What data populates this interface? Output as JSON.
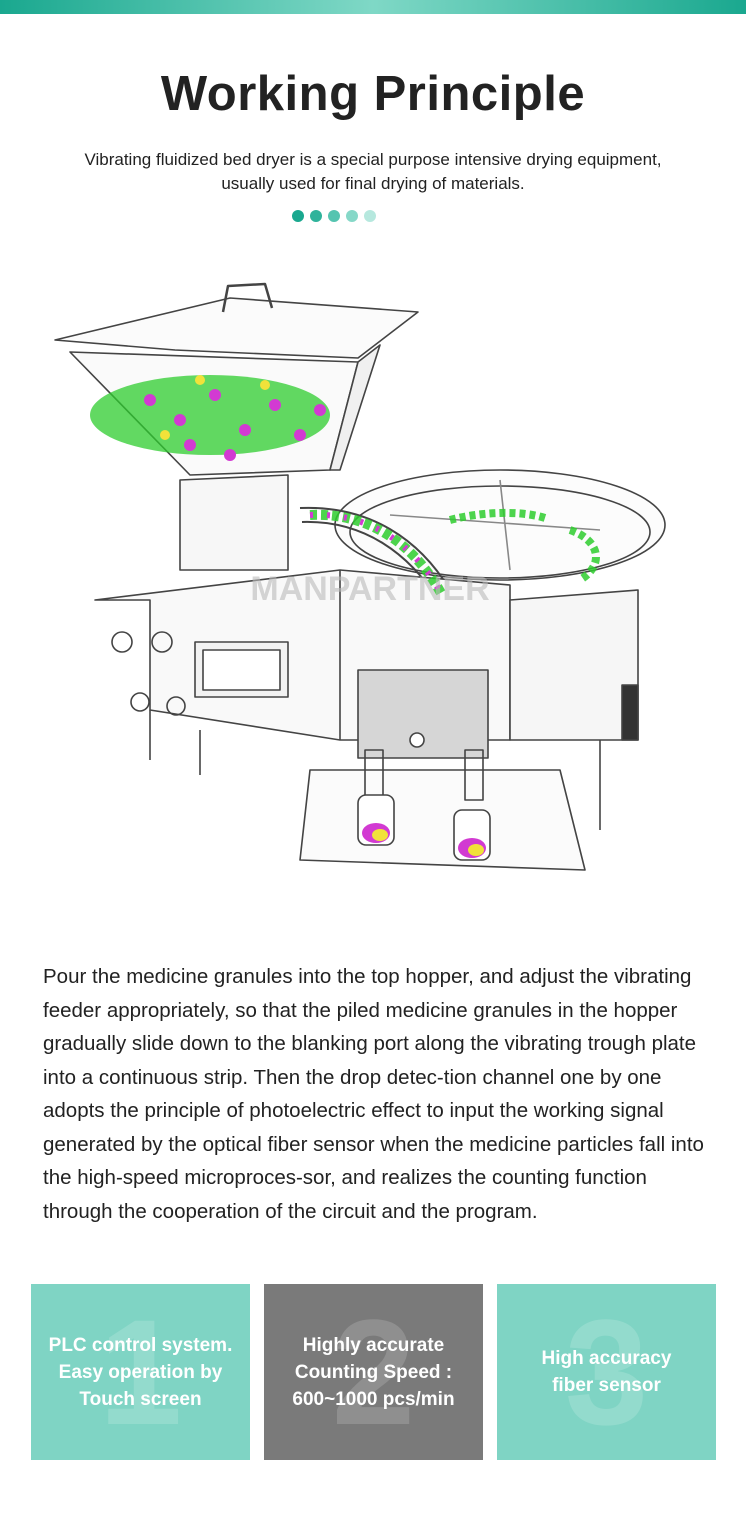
{
  "header": {
    "title": "Working Principle",
    "subtitle_line1": "Vibrating fluidized bed dryer is a special purpose intensive drying equipment,",
    "subtitle_line2": "usually used for final drying of materials.",
    "dot_colors": [
      "#1aa88f",
      "#2fb39b",
      "#55c4b0",
      "#86d8c8",
      "#b6e8de"
    ]
  },
  "illustration": {
    "watermark": "MANPARTNER"
  },
  "description": "Pour the medicine granules into the top hopper, and adjust the vibrating feeder appropriately, so that the piled medicine granules in the hopper gradually slide down to the blanking port along the vibrating trough plate into a continuous strip. Then the drop detec-tion channel one by one adopts the principle of photoelectric effect to input the working signal generated by the optical fiber sensor when the medicine particles fall into the high-speed microproces-sor, and realizes the counting function through the cooperation of the circuit and the program.",
  "features": [
    {
      "number": "1",
      "text": "PLC control system.\nEasy operation by\nTouch screen",
      "bg": "#7fd4c4"
    },
    {
      "number": "2",
      "text": "Highly accurate\nCounting Speed :\n600~1000 pcs/min",
      "bg": "#7a7a7a"
    },
    {
      "number": "3",
      "text": "High accuracy\nfiber sensor",
      "bg": "#7fd4c4"
    }
  ],
  "colors": {
    "accent": "#1aa88f",
    "granule_green": "#2ecc2e",
    "granule_magenta": "#d23ad2",
    "granule_yellow": "#f1e23a"
  }
}
